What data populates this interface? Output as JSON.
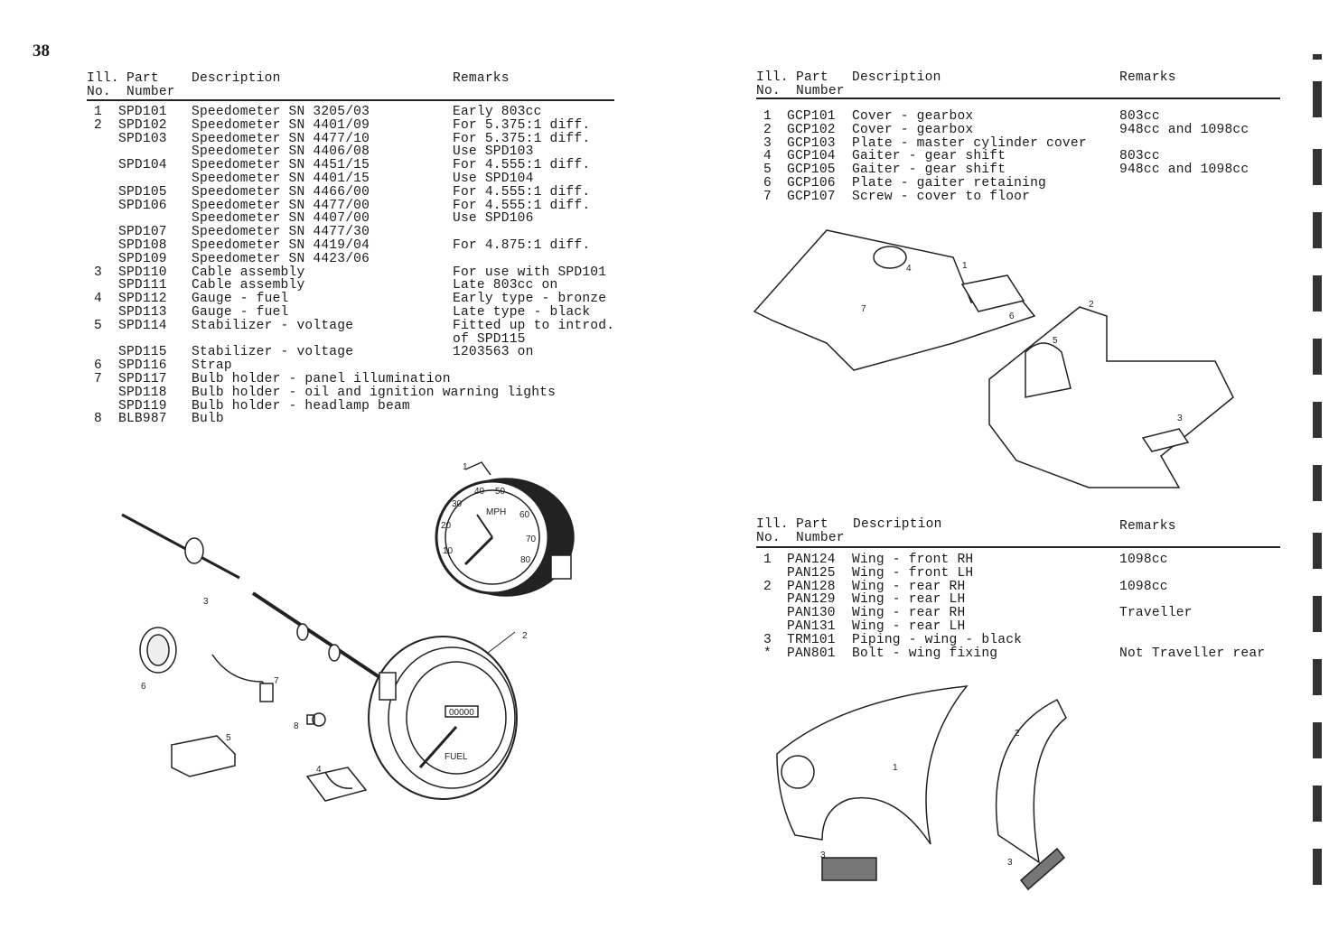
{
  "page_number": "38",
  "left_table": {
    "headers": {
      "ill": "Ill.",
      "no": "No.",
      "part": "Part",
      "number": "Number",
      "description": "Description",
      "remarks": "Remarks"
    },
    "rows": [
      {
        "no": "1",
        "part": "SPD101",
        "desc": "Speedometer SN 3205/03",
        "remarks": "Early 803cc"
      },
      {
        "no": "2",
        "part": "SPD102",
        "desc": "Speedometer SN 4401/09",
        "remarks": "For 5.375:1 diff."
      },
      {
        "no": "",
        "part": "SPD103",
        "desc": "Speedometer SN 4477/10",
        "remarks": "For 5.375:1 diff."
      },
      {
        "no": "",
        "part": "",
        "desc": "Speedometer SN 4406/08",
        "remarks": "Use SPD103"
      },
      {
        "no": "",
        "part": "SPD104",
        "desc": "Speedometer SN 4451/15",
        "remarks": "For 4.555:1 diff."
      },
      {
        "no": "",
        "part": "",
        "desc": "Speedometer SN 4401/15",
        "remarks": "Use SPD104"
      },
      {
        "no": "",
        "part": "SPD105",
        "desc": "Speedometer SN 4466/00",
        "remarks": "For 4.555:1 diff."
      },
      {
        "no": "",
        "part": "SPD106",
        "desc": "Speedometer SN 4477/00",
        "remarks": "For 4.555:1 diff."
      },
      {
        "no": "",
        "part": "",
        "desc": "Speedometer SN 4407/00",
        "remarks": "Use SPD106"
      },
      {
        "no": "",
        "part": "SPD107",
        "desc": "Speedometer SN 4477/30",
        "remarks": ""
      },
      {
        "no": "",
        "part": "SPD108",
        "desc": "Speedometer SN 4419/04",
        "remarks": "For 4.875:1 diff."
      },
      {
        "no": "",
        "part": "SPD109",
        "desc": "Speedometer SN 4423/06",
        "remarks": ""
      },
      {
        "no": "3",
        "part": "SPD110",
        "desc": "Cable assembly",
        "remarks": "For use with SPD101"
      },
      {
        "no": "",
        "part": "SPD111",
        "desc": "Cable assembly",
        "remarks": "Late 803cc on"
      },
      {
        "no": "4",
        "part": "SPD112",
        "desc": "Gauge - fuel",
        "remarks": "Early type - bronze"
      },
      {
        "no": "",
        "part": "SPD113",
        "desc": "Gauge - fuel",
        "remarks": "Late type - black"
      },
      {
        "no": "5",
        "part": "SPD114",
        "desc": "Stabilizer - voltage",
        "remarks": "Fitted up to introd."
      },
      {
        "no": "",
        "part": "",
        "desc": "",
        "remarks": "of SPD115"
      },
      {
        "no": "",
        "part": "SPD115",
        "desc": "Stabilizer - voltage",
        "remarks": "1203563 on"
      },
      {
        "no": "6",
        "part": "SPD116",
        "desc": "Strap",
        "remarks": ""
      },
      {
        "no": "7",
        "part": "SPD117",
        "desc": "Bulb holder - panel illumination",
        "remarks": ""
      },
      {
        "no": "",
        "part": "SPD118",
        "desc": "Bulb holder - oil and ignition warning lights",
        "remarks": ""
      },
      {
        "no": "",
        "part": "SPD119",
        "desc": "Bulb holder - headlamp beam",
        "remarks": ""
      },
      {
        "no": "8",
        "part": "BLB987",
        "desc": "Bulb",
        "remarks": ""
      }
    ]
  },
  "gearbox_table": {
    "headers": {
      "ill": "Ill.",
      "no": "No.",
      "part": "Part",
      "number": "Number",
      "description": "Description",
      "remarks": "Remarks"
    },
    "rows": [
      {
        "no": "1",
        "part": "GCP101",
        "desc": "Cover - gearbox",
        "remarks": "803cc"
      },
      {
        "no": "2",
        "part": "GCP102",
        "desc": "Cover - gearbox",
        "remarks": "948cc and 1098cc"
      },
      {
        "no": "3",
        "part": "GCP103",
        "desc": "Plate - master cylinder cover",
        "remarks": ""
      },
      {
        "no": "4",
        "part": "GCP104",
        "desc": "Gaiter - gear shift",
        "remarks": "803cc"
      },
      {
        "no": "5",
        "part": "GCP105",
        "desc": "Gaiter - gear shift",
        "remarks": "948cc and 1098cc"
      },
      {
        "no": "6",
        "part": "GCP106",
        "desc": "Plate - gaiter retaining",
        "remarks": ""
      },
      {
        "no": "7",
        "part": "GCP107",
        "desc": "Screw - cover to floor",
        "remarks": ""
      }
    ]
  },
  "wing_table": {
    "headers": {
      "ill": "Ill.",
      "no": "No.",
      "part": "Part",
      "number": "Number",
      "description": "Description",
      "remarks": "Remarks"
    },
    "rows": [
      {
        "no": "1",
        "part": "PAN124",
        "desc": "Wing - front RH",
        "remarks": "1098cc"
      },
      {
        "no": "",
        "part": "PAN125",
        "desc": "Wing - front LH",
        "remarks": ""
      },
      {
        "no": "2",
        "part": "PAN128",
        "desc": "Wing - rear RH",
        "remarks": "1098cc"
      },
      {
        "no": "",
        "part": "PAN129",
        "desc": "Wing - rear LH",
        "remarks": ""
      },
      {
        "no": "",
        "part": "PAN130",
        "desc": "Wing - rear RH",
        "remarks": "Traveller"
      },
      {
        "no": "",
        "part": "PAN131",
        "desc": "Wing - rear LH",
        "remarks": ""
      },
      {
        "no": "3",
        "part": "TRM101",
        "desc": "Piping - wing - black",
        "remarks": ""
      },
      {
        "no": "*",
        "part": "PAN801",
        "desc": "Bolt - wing fixing",
        "remarks": "Not Traveller rear"
      }
    ]
  },
  "figures": {
    "instruments_callouts": [
      "1",
      "2",
      "3",
      "4",
      "5",
      "6",
      "7",
      "8"
    ],
    "gauge_labels": {
      "mph": "MPH",
      "fuel": "FUEL",
      "odometer": "00000",
      "speeds": [
        "10",
        "20",
        "30",
        "40",
        "50",
        "60",
        "70",
        "80"
      ]
    },
    "gearbox_callouts": [
      "1",
      "2",
      "3",
      "4",
      "5",
      "6",
      "7"
    ],
    "wing_callouts": [
      "1",
      "2",
      "3",
      "3"
    ]
  }
}
